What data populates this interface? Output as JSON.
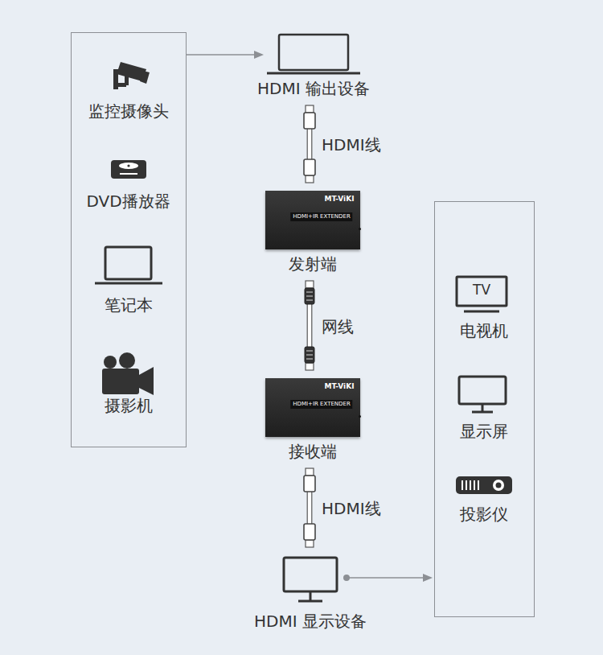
{
  "diagram": {
    "nodes": [
      {
        "text": []
      },
      {
        "text": [
          "监控摄像头"
        ],
        "in": 0
      },
      {
        "text": [
          "DVD播放器"
        ],
        "in": 0
      },
      {
        "text": [
          "笔记本"
        ],
        "in": 0
      },
      {
        "text": [
          "摄影机"
        ],
        "in": 0
      },
      {
        "text": [
          "HDMI 输出设备"
        ]
      },
      {
        "text": [
          "MT-ViKI",
          "HDMI+IR EXTENDER",
          "发射端"
        ]
      },
      {
        "text": [
          "MT-ViKI",
          "HDMI+IR EXTENDER",
          "接收端"
        ]
      },
      {
        "text": [
          "HDMI 显示设备"
        ]
      },
      {
        "text": []
      },
      {
        "text": [
          "TV",
          "电视机"
        ],
        "in": 9
      },
      {
        "text": [
          "显示屏"
        ],
        "in": 9
      },
      {
        "text": [
          "投影仪"
        ],
        "in": 9
      }
    ],
    "edges": [
      {
        "from": 0,
        "to": 5,
        "arrow": "to"
      },
      {
        "from": 5,
        "to": 6,
        "label": "HDMI线",
        "arrow": "none"
      },
      {
        "from": 6,
        "to": 7,
        "label": "网线",
        "arrow": "none"
      },
      {
        "from": 7,
        "to": 8,
        "label": "HDMI线",
        "arrow": "none"
      },
      {
        "from": 8,
        "to": 9,
        "arrow": "to"
      }
    ]
  }
}
